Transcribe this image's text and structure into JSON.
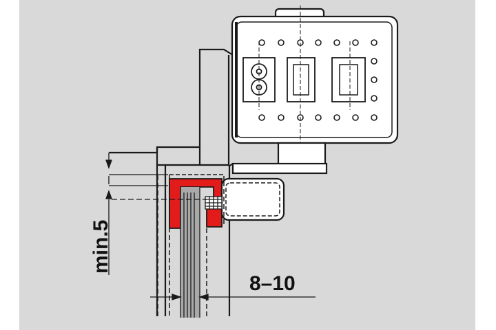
{
  "colors": {
    "background": "#d9d9d9",
    "margin": "#ffffff",
    "body_fill": "#ffffff",
    "line": "#1a1a1a",
    "accent_red": "#e21b1b",
    "glass_grey": "#a9a9a9"
  },
  "dimensions": {
    "vertical_label": "min.5",
    "horizontal_label": "8–10"
  },
  "icons": [
    "hinge-body",
    "mounting-plate",
    "glass-clamp-profile",
    "glass-panel",
    "screw-cross-section"
  ]
}
